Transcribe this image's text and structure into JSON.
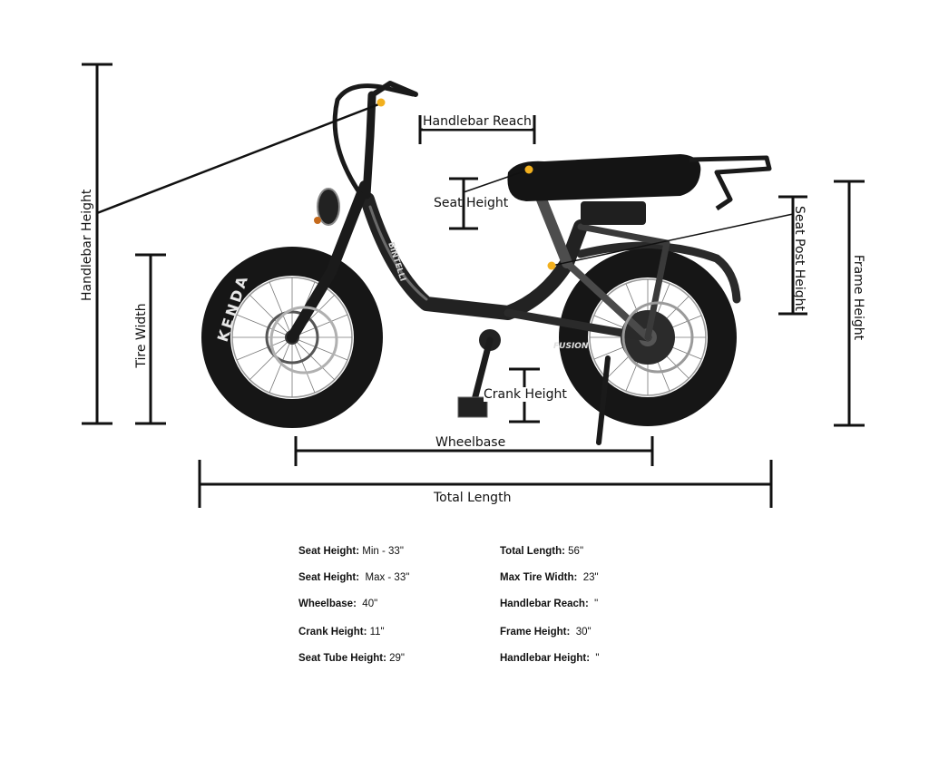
{
  "labels": {
    "handlebar_reach": "Handlebar Reach",
    "seat_height": "Seat Height",
    "seat_post_height": "Seat Post Height",
    "frame_height": "Frame Height",
    "handlebar_height": "Handlebar Height",
    "tire_width": "Tire Width",
    "crank_height": "Crank Height",
    "wheelbase": "Wheelbase",
    "total_length": "Total Length"
  },
  "bike_text": {
    "brand": "BINTELLI",
    "model": "FUSION",
    "tire_brand": "KENDA"
  },
  "specs_left": [
    {
      "name": "Seat Height:",
      "value": " Min - 33\""
    },
    {
      "name": "Seat Height:",
      "value": "  Max - 33\""
    },
    {
      "name": "Wheelbase:",
      "value": "  40\""
    },
    {
      "name": "Crank Height:",
      "value": " 11\""
    },
    {
      "name": "Seat Tube Height:",
      "value": " 29\""
    }
  ],
  "specs_right": [
    {
      "name": "Total Length:",
      "value": " 56\""
    },
    {
      "name": "Max Tire Width:",
      "value": "  23\""
    },
    {
      "name": "Handlebar Reach:",
      "value": "  \""
    },
    {
      "name": "Frame Height:",
      "value": "  30\""
    },
    {
      "name": "Handlebar Height:",
      "value": "  \""
    }
  ],
  "colors": {
    "line": "#111111",
    "bike": "#1c1c1c",
    "frame_accent": "#5a5a5a",
    "marker": "#f2b01e"
  }
}
